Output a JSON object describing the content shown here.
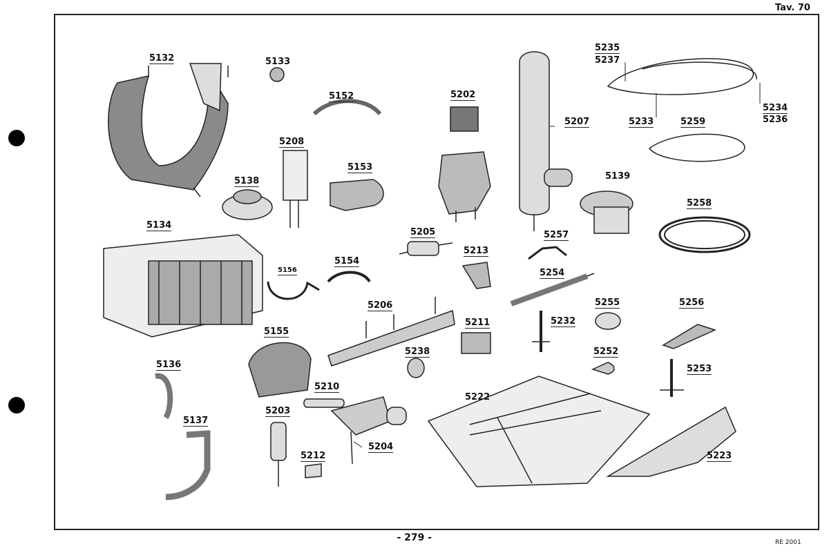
{
  "header": {
    "plate": "Tav. 70"
  },
  "footer": {
    "page_number": "- 279 -",
    "code": "RE 2001"
  },
  "parts": {
    "p5132": "5132",
    "p5133": "5133",
    "p5152": "5152",
    "p5202": "5202",
    "p5207": "5207",
    "p5235": "5235",
    "p5237": "5237",
    "p5234": "5234",
    "p5236": "5236",
    "p5233": "5233",
    "p5259": "5259",
    "p5208": "5208",
    "p5138": "5138",
    "p5153": "5153",
    "p5139": "5139",
    "p5258": "5258",
    "p5134": "5134",
    "p5205": "5205",
    "p5257": "5257",
    "p5213": "5213",
    "p5156": "5156",
    "p5154": "5154",
    "p5254": "5254",
    "p5206": "5206",
    "p5255": "5255",
    "p5256": "5256",
    "p5211": "5211",
    "p5232": "5232",
    "p5155": "5155",
    "p5238": "5238",
    "p5252": "5252",
    "p5253": "5253",
    "p5136": "5136",
    "p5210": "5210",
    "p5222": "5222",
    "p5137": "5137",
    "p5203": "5203",
    "p5204": "5204",
    "p5212": "5212",
    "p5223": "5223"
  }
}
